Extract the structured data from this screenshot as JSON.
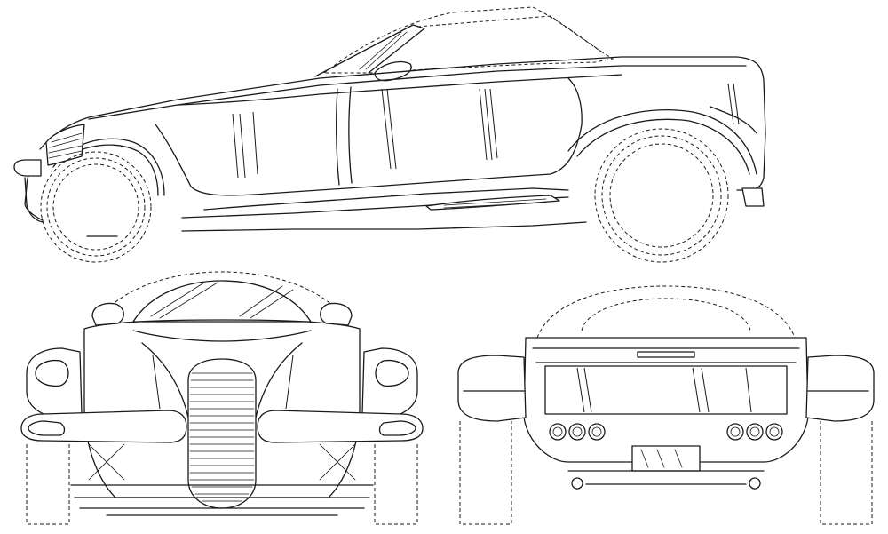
{
  "drawing": {
    "views": [
      "side",
      "front",
      "rear"
    ]
  }
}
